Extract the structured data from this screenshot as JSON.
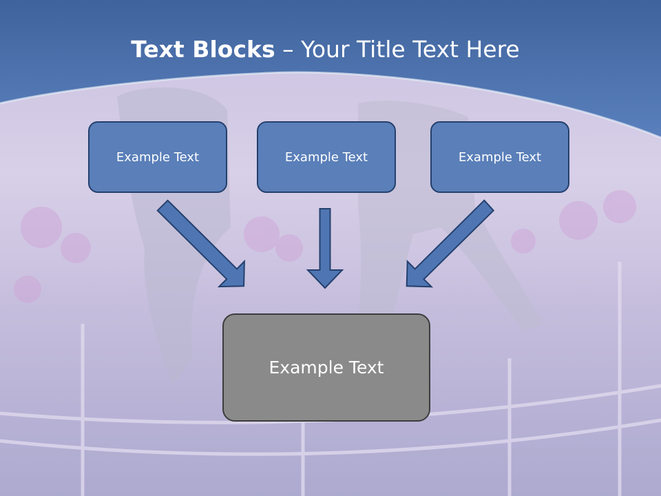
{
  "title": {
    "bold": "Text Blocks",
    "dash": " – ",
    "rest": "Your Title Text Here"
  },
  "boxes": [
    {
      "label": "Example Text"
    },
    {
      "label": "Example Text"
    },
    {
      "label": "Example Text"
    }
  ],
  "result_box": {
    "label": "Example Text"
  },
  "colors": {
    "header": "#4a6fa8",
    "box_fill": "#5a7fb9",
    "box_border": "#24406d",
    "result_fill": "#8a8a8a",
    "arrow_fill": "#4f76b3"
  }
}
